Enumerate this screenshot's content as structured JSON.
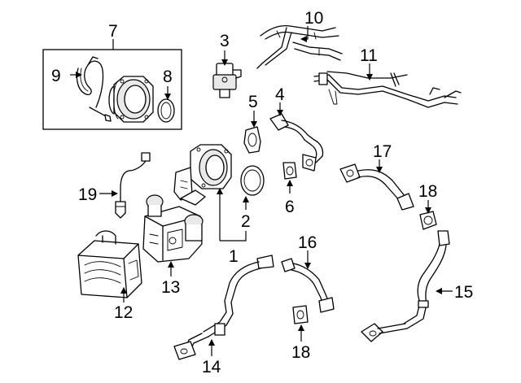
{
  "diagram": {
    "callouts": {
      "c1": "1",
      "c2": "2",
      "c3": "3",
      "c4": "4",
      "c5": "5",
      "c6": "6",
      "c7": "7",
      "c8": "8",
      "c9": "9",
      "c10": "10",
      "c11": "11",
      "c12": "12",
      "c13": "13",
      "c14": "14",
      "c15": "15",
      "c16": "16",
      "c17": "17",
      "c18a": "18",
      "c18b": "18",
      "c19": "19"
    }
  }
}
